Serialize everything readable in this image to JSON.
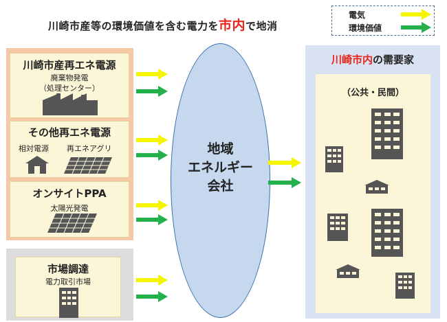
{
  "title": {
    "prefix": "川崎市産等の環境価値を含む電力を",
    "highlight": "市内",
    "suffix": "で地消"
  },
  "legend": {
    "electricity": "電気",
    "environmental_value": "環境価値"
  },
  "sources": [
    {
      "title": "川崎市産再エネ電源",
      "sub1": "廃棄物発電",
      "sub2": "（処理センター）"
    },
    {
      "title": "その他再エネ電源",
      "sub1": "相対電源",
      "sub2": "再エネアグリ"
    },
    {
      "title": "オンサイトPPA",
      "sub1": "太陽光発電"
    },
    {
      "title": "市場調達",
      "sub1": "電力取引市場"
    }
  ],
  "hub": {
    "line1": "地域",
    "line2": "エネルギー",
    "line3": "会社"
  },
  "consumers": {
    "title_red": "川崎市内",
    "title_rest": "の需要家",
    "subtitle": "（公共・民間）"
  },
  "colors": {
    "electricity": "#f5f500",
    "environmental_value": "#22b04a",
    "highlight": "#e8261a"
  }
}
